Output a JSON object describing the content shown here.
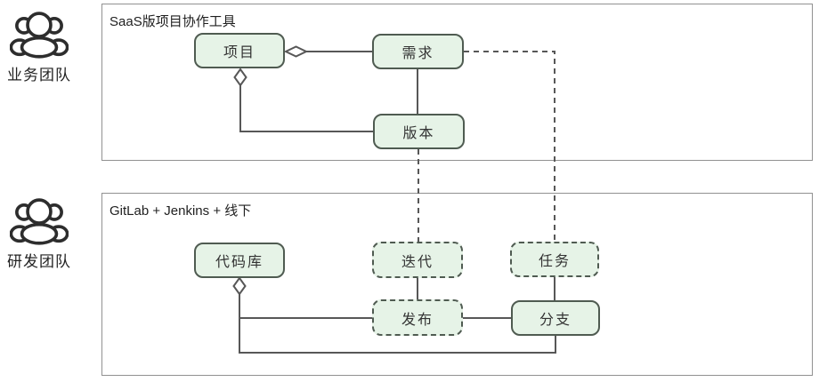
{
  "teams": [
    {
      "label": "业务团队",
      "icon": "team-people-icon"
    },
    {
      "label": "研发团队",
      "icon": "team-people-icon"
    }
  ],
  "containers": [
    {
      "title": "SaaS版项目协作工具"
    },
    {
      "title": "GitLab + Jenkins + 线下"
    }
  ],
  "nodes": [
    {
      "label": "项目",
      "style": "solid"
    },
    {
      "label": "需求",
      "style": "solid"
    },
    {
      "label": "版本",
      "style": "solid"
    },
    {
      "label": "代码库",
      "style": "solid"
    },
    {
      "label": "迭代",
      "style": "dashed"
    },
    {
      "label": "任务",
      "style": "dashed"
    },
    {
      "label": "发布",
      "style": "dashed"
    },
    {
      "label": "分支",
      "style": "solid"
    }
  ],
  "edges": [
    {
      "from": "需求",
      "to": "项目",
      "style": "solid",
      "marker": "open-diamond-at-项目"
    },
    {
      "from": "版本",
      "to": "项目",
      "style": "solid",
      "marker": "open-diamond-at-项目"
    },
    {
      "from": "需求",
      "to": "版本",
      "style": "solid",
      "marker": "none"
    },
    {
      "from": "需求",
      "to": "任务",
      "style": "dashed",
      "marker": "none"
    },
    {
      "from": "版本",
      "to": "迭代",
      "style": "dashed",
      "marker": "none"
    },
    {
      "from": "发布",
      "to": "代码库",
      "style": "solid",
      "marker": "open-diamond-at-代码库"
    },
    {
      "from": "分支",
      "to": "代码库",
      "style": "solid",
      "marker": "open-diamond-at-代码库"
    },
    {
      "from": "迭代",
      "to": "发布",
      "style": "solid",
      "marker": "none"
    },
    {
      "from": "发布",
      "to": "分支",
      "style": "solid",
      "marker": "none"
    },
    {
      "from": "任务",
      "to": "分支",
      "style": "solid",
      "marker": "none"
    }
  ],
  "colors": {
    "node_fill": "#e6f3e7",
    "node_border": "#4f5b51",
    "edge_line": "#575757",
    "container_border": "#919191",
    "text": "#2b2b2b",
    "icon": "#2d2d2d"
  }
}
